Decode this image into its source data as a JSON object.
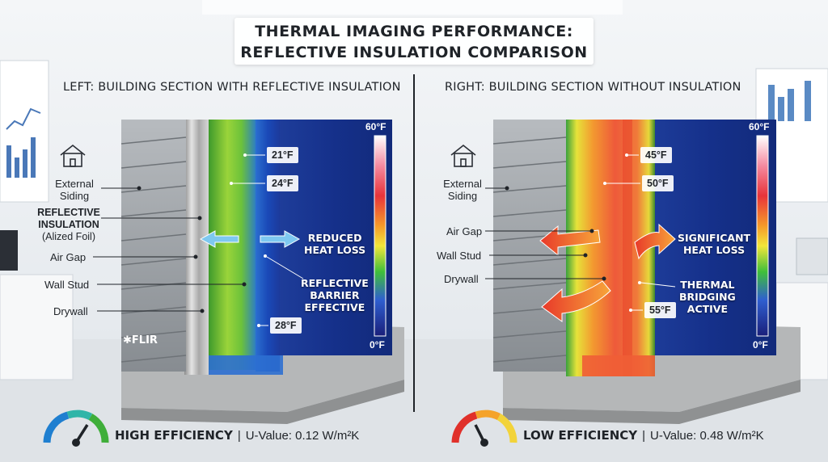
{
  "title": {
    "line1": "THERMAL IMAGING PERFORMANCE:",
    "line2": "REFLECTIVE INSULATION COMPARISON"
  },
  "left": {
    "heading": "LEFT: BUILDING SECTION WITH REFLECTIVE INSULATION",
    "labels": {
      "siding_1": "External",
      "siding_2": "Siding",
      "insulation_1": "REFLECTIVE",
      "insulation_2": "INSULATION",
      "insulation_3": "(Alized Foil)",
      "air_gap": "Air Gap",
      "wall_stud": "Wall Stud",
      "drywall": "Drywall"
    },
    "temps": {
      "t1": "21°F",
      "t2": "24°F",
      "t3": "28°F"
    },
    "callouts": {
      "heat_1": "REDUCED",
      "heat_2": "HEAT LOSS",
      "barrier_1": "REFLECTIVE",
      "barrier_2": "BARRIER",
      "barrier_3": "EFFECTIVE"
    },
    "scale": {
      "max": "60°F",
      "min": "0°F"
    },
    "brand": "FLIR",
    "rating": {
      "grade": "HIGH EFFICIENCY",
      "separator": "|",
      "uvalue": "U-Value: 0.12 W/m²K"
    }
  },
  "right": {
    "heading": "RIGHT: BUILDING SECTION WITHOUT INSULATION",
    "labels": {
      "siding_1": "External",
      "siding_2": "Siding",
      "air_gap": "Air Gap",
      "wall_stud": "Wall Stud",
      "drywall": "Drywall"
    },
    "temps": {
      "t1": "45°F",
      "t2": "50°F",
      "t3": "55°F"
    },
    "callouts": {
      "heat_1": "SIGNIFICANT",
      "heat_2": "HEAT LOSS",
      "bridge_1": "THERMAL",
      "bridge_2": "BRIDGING",
      "bridge_3": "ACTIVE"
    },
    "scale": {
      "max": "60°F",
      "min": "0°F"
    },
    "rating": {
      "grade": "LOW EFFICIENCY",
      "separator": "|",
      "uvalue": "U-Value: 0.48 W/m²K"
    }
  },
  "colors": {
    "cold": "#1f3fa0",
    "warm": "#e83a2a",
    "foil": "#b9b9b9",
    "siding": "#9ea3a8"
  }
}
